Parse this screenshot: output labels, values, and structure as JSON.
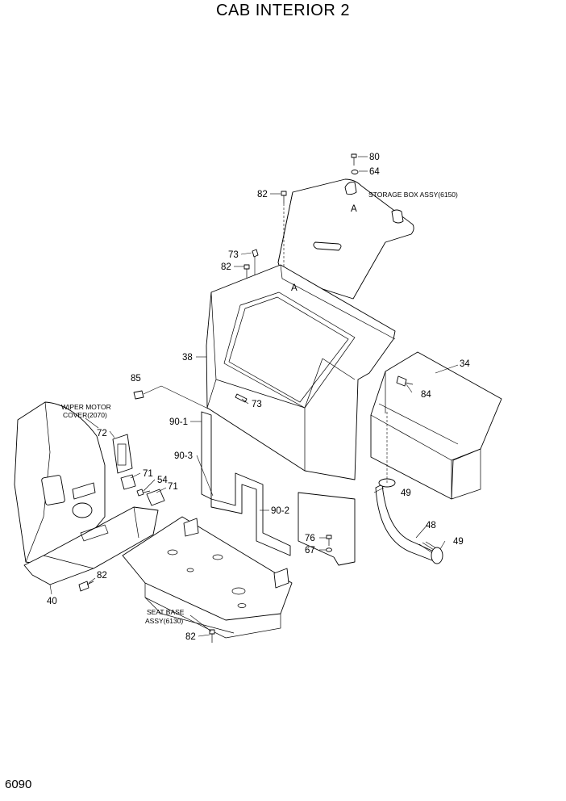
{
  "title": "CAB INTERIOR 2",
  "page_number": "6090",
  "labels": {
    "p80": "80",
    "p64": "64",
    "p82a": "82",
    "storage_box": "STORAGE BOX ASSY(6150)",
    "refA1": "A",
    "p73a": "73",
    "p82b": "82",
    "refA2": "A",
    "p38": "38",
    "p34": "34",
    "p85": "85",
    "p84": "84",
    "p73b": "73",
    "wiper_line1": "WIPER MOTOR",
    "wiper_line2": "COVER(2070)",
    "p90_1": "90-1",
    "p72": "72",
    "p90_3": "90-3",
    "p71a": "71",
    "p54": "54",
    "p71b": "71",
    "p49a": "49",
    "p90_2": "90-2",
    "p48": "48",
    "p76": "76",
    "p67": "67",
    "p49b": "49",
    "p82c": "82",
    "p40": "40",
    "seat_line1": "SEAT BASE",
    "seat_line2": "ASSY(6130)",
    "p82d": "82"
  }
}
